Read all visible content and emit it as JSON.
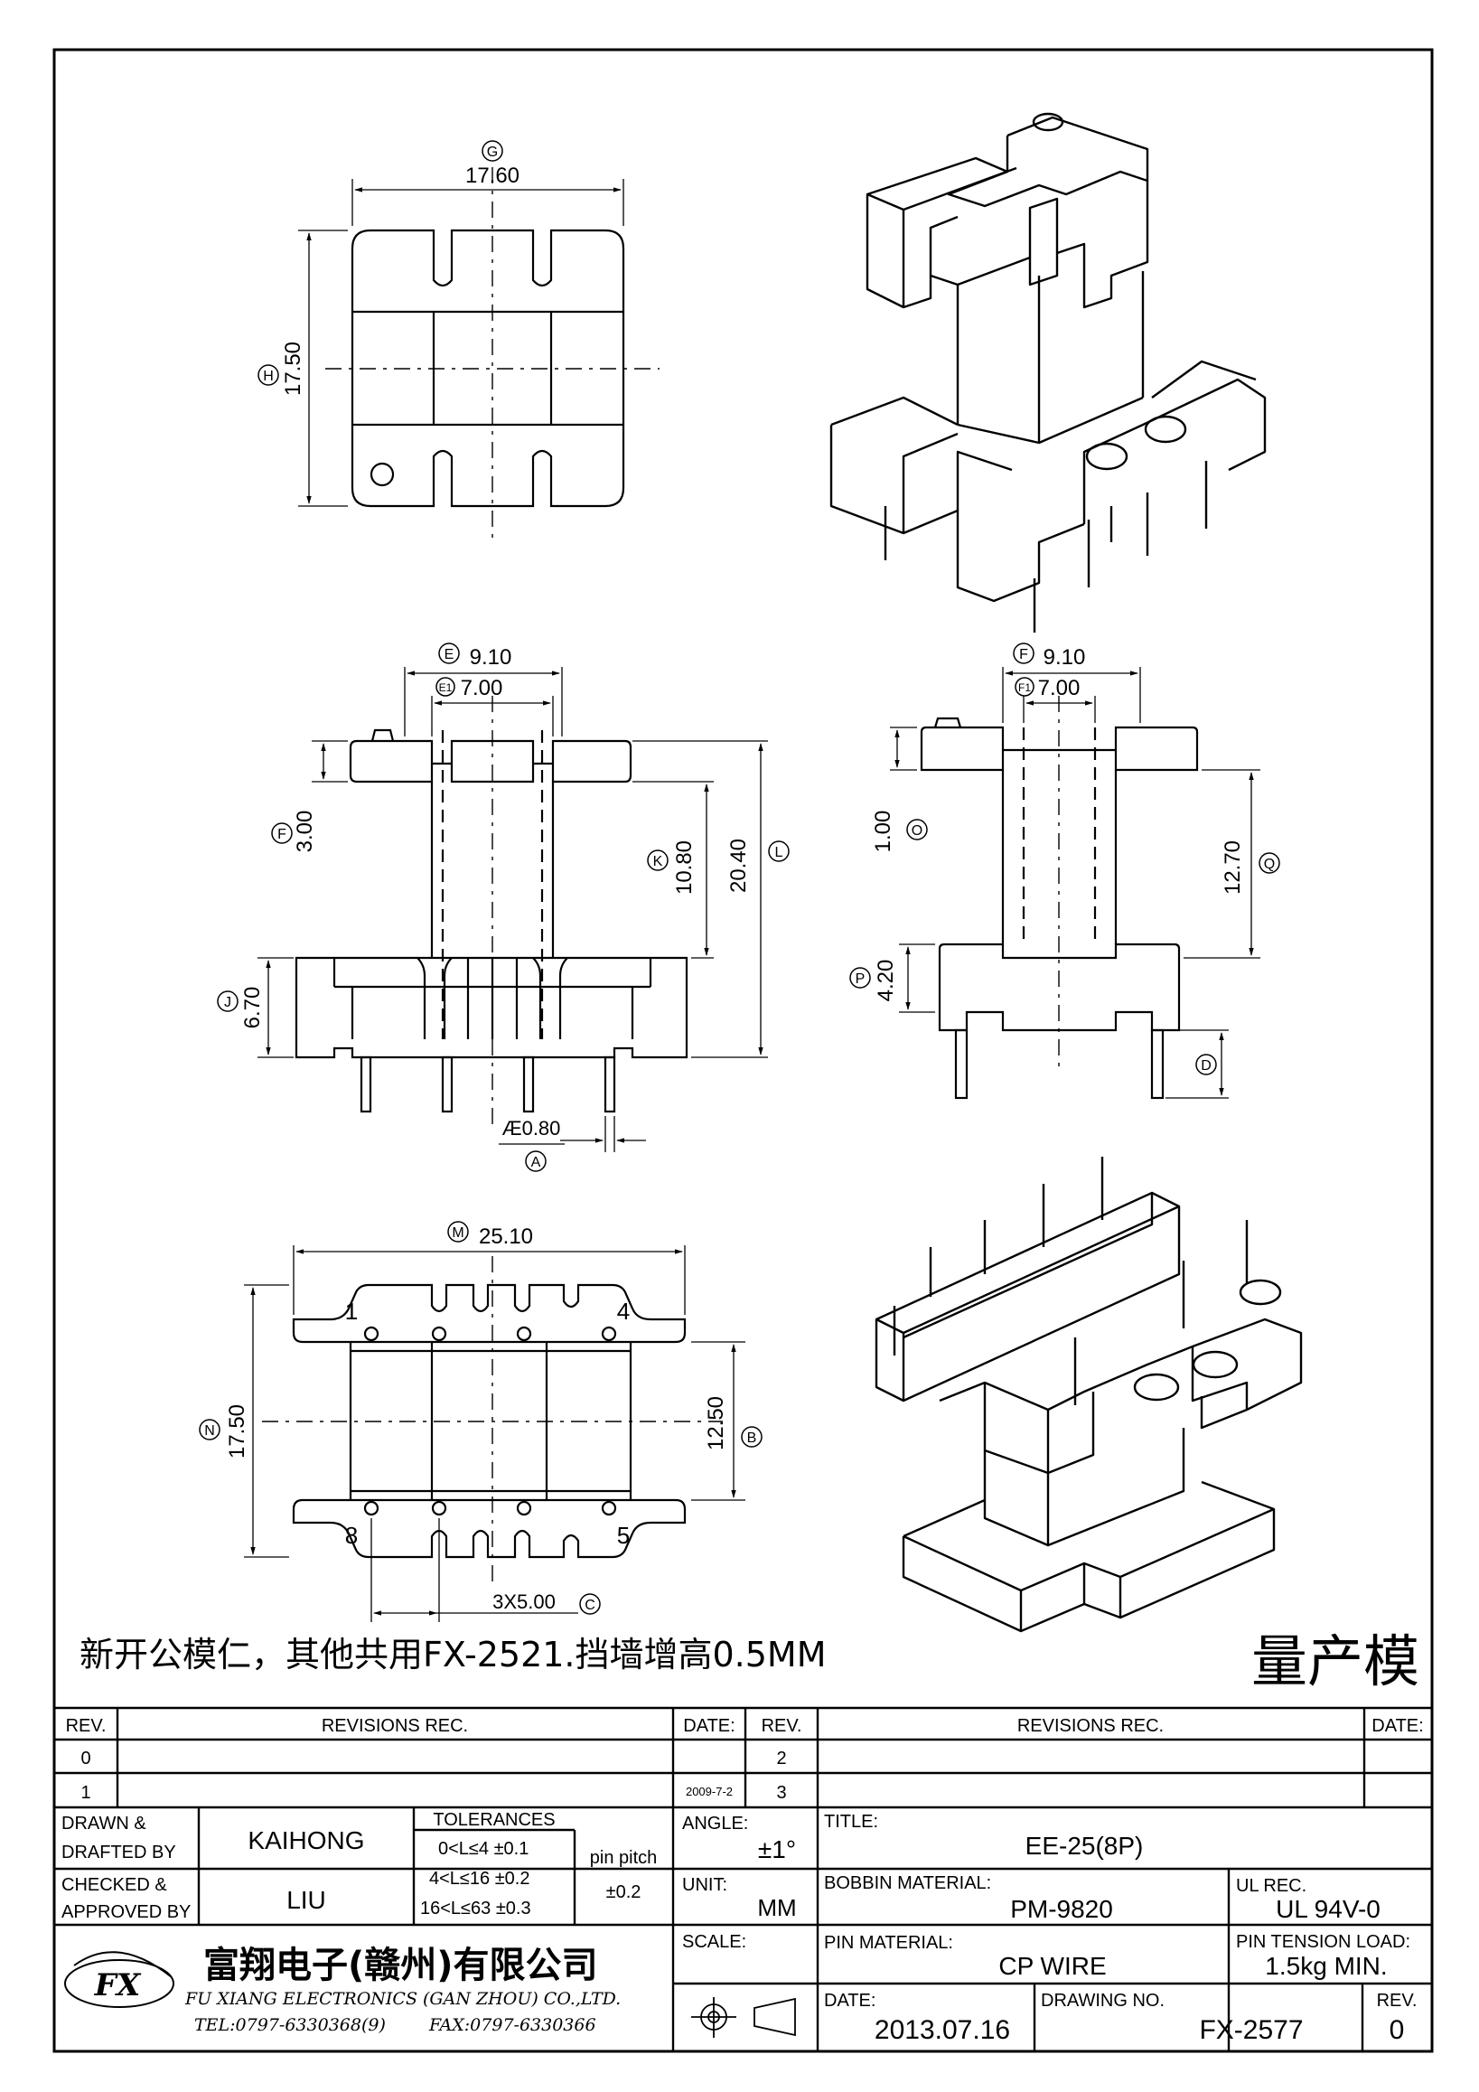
{
  "notes": {
    "main_note": "新开公模仁，其他共用FX-2521.挡墙增高0.5MM",
    "production_stamp": "量产模"
  },
  "top_view": {
    "width_label": "17.60",
    "width_ref": "G",
    "height_label": "17.50",
    "height_ref": "H"
  },
  "front_view": {
    "e_label": "9.10",
    "e_ref": "E",
    "e1_label": "7.00",
    "e1_ref": "E1",
    "f_label": "3.00",
    "f_ref": "F",
    "k_label": "10.80",
    "k_ref": "K",
    "l_label": "20.40",
    "l_ref": "L",
    "j_label": "6.70",
    "j_ref": "J",
    "pin_dia_label": "Æ0.80",
    "pin_ref": "A"
  },
  "side_view": {
    "f_label": "9.10",
    "f_ref": "F",
    "f1_label": "7.00",
    "f1_ref": "F1",
    "o_label": "1.00",
    "o_ref": "O",
    "q_label": "12.70",
    "q_ref": "Q",
    "p_label": "4.20",
    "p_ref": "P",
    "d_ref": "D"
  },
  "bottom_view": {
    "m_label": "25.10",
    "m_ref": "M",
    "n_label": "17.50",
    "n_ref": "N",
    "b_label": "12.50",
    "b_ref": "B",
    "c_label": "3X5.00",
    "c_ref": "C",
    "pin_1": "1",
    "pin_4": "4",
    "pin_5": "5",
    "pin_8": "8"
  },
  "revision_table": {
    "rev_header": "REV.",
    "revisions_header": "REVISIONS   REC.",
    "date_header": "DATE:",
    "rows_left": [
      "0",
      "1"
    ],
    "rows_right": [
      "2",
      "3"
    ],
    "row1_date": "2009-7-2"
  },
  "title_block": {
    "drawn_label_1": "DRAWN  &",
    "drawn_label_2": "DRAFTED BY",
    "drawn_by": "KAIHONG",
    "checked_label_1": "CHECKED &",
    "checked_label_2": "APPROVED BY",
    "checked_by": "LIU",
    "tolerances_header": "TOLERANCES",
    "tol_1": "0<L≤4    ±0.1",
    "tol_2": "4<L≤16  ±0.2",
    "tol_3": "16<L≤63  ±0.3",
    "pin_pitch_label": "pin pitch",
    "pin_pitch_value": "±0.2",
    "angle_label": "ANGLE:",
    "angle_value": "±1°",
    "unit_label": "UNIT:",
    "unit_value": "MM",
    "scale_label": "SCALE:",
    "title_label": "TITLE:",
    "title_value": "EE-25(8P)",
    "bobbin_material_label": "BOBBIN  MATERIAL:",
    "bobbin_material_value": "PM-9820",
    "ul_rec_label": "UL REC.",
    "ul_rec_value": "UL  94V-0",
    "pin_material_label": "PIN  MATERIAL:",
    "pin_material_value": "CP  WIRE",
    "pin_tension_label": "PIN TENSION  LOAD:",
    "pin_tension_value": "1.5kg  MIN.",
    "date_label": "DATE:",
    "date_value": "2013.07.16",
    "drawing_no_label": "DRAWING  NO.",
    "drawing_no_value": "FX-2577",
    "rev_label": "REV.",
    "rev_value": "0",
    "company_cn": "富翔电子(赣州)有限公司",
    "company_en": "FU XIANG ELECTRONICS (GAN ZHOU) CO.,LTD.",
    "company_tel": "TEL:0797-6330368(9)",
    "company_fax": "FAX:0797-6330366",
    "logo_text": "FX"
  }
}
